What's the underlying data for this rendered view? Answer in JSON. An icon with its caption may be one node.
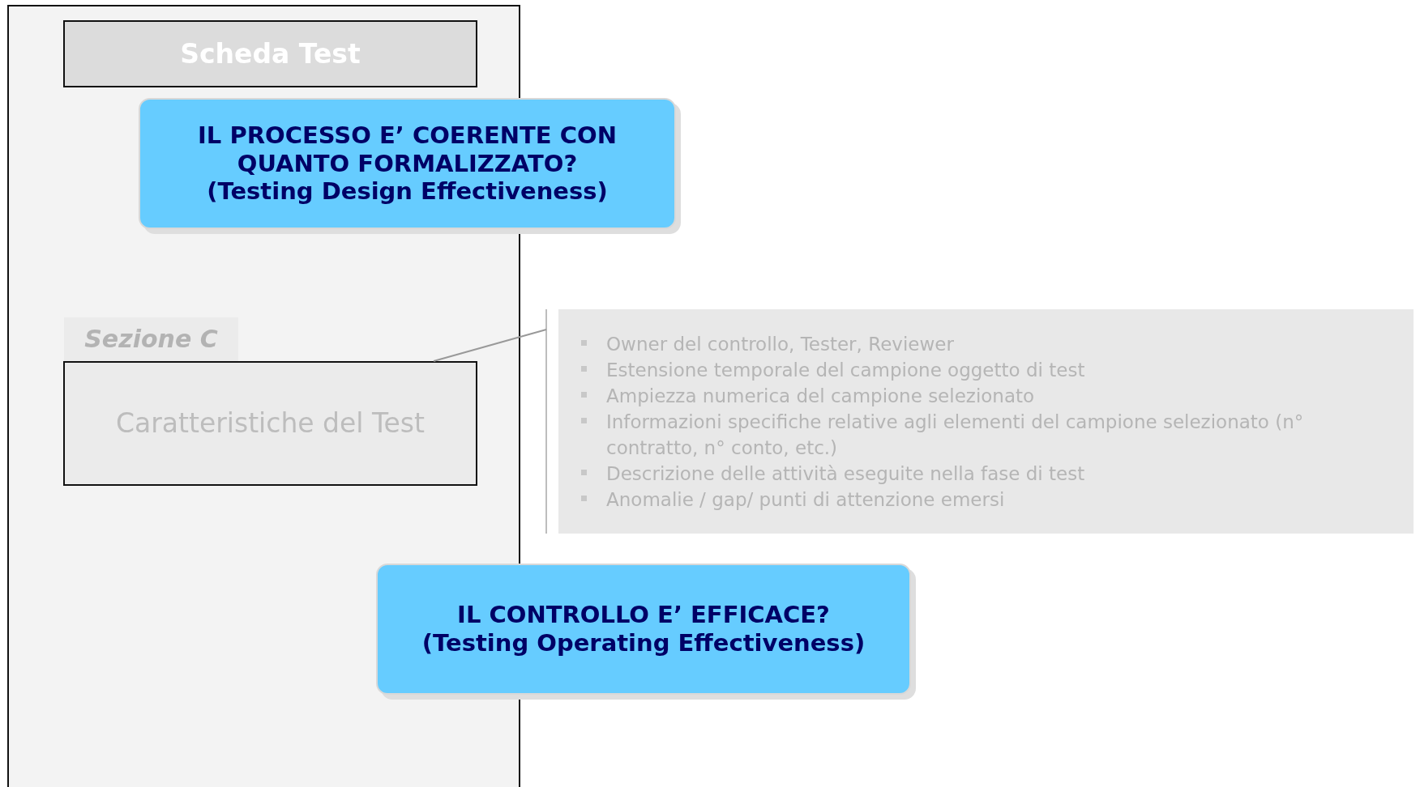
{
  "diagram": {
    "nodes": [
      {
        "text": [
          "Scheda Test"
        ]
      },
      {
        "text": [
          "IL PROCESSO E’ COERENTE CON QUANTO FORMALIZZATO?",
          "(Testing Design Effectiveness)"
        ]
      },
      {
        "text": [
          "Sezione C"
        ]
      },
      {
        "text": [
          "Caratteristiche del Test"
        ]
      },
      {
        "text": [
          "Owner del controllo, Tester, Reviewer",
          "Estensione temporale del campione oggetto di test",
          "Ampiezza numerica del campione selezionato",
          "Informazioni specifiche relative agli elementi del campione selezionato (n° contratto, n° conto, etc.)",
          "Descrizione delle attività eseguite nella fase di test",
          "Anomalie / gap/ punti di attenzione emersi"
        ]
      },
      {
        "text": [
          "IL CONTROLLO E’ EFFICACE?",
          "(Testing Operating Effectiveness)"
        ]
      }
    ],
    "edges": [
      {
        "from": 3,
        "to": 4,
        "arrow": "none"
      }
    ]
  }
}
